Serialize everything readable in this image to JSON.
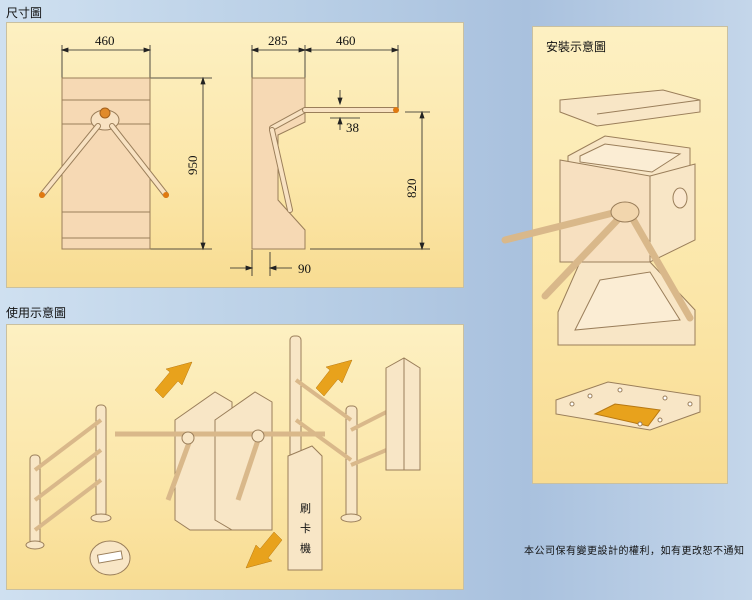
{
  "sections": {
    "dimensions_title": "尺寸圖",
    "usage_title": "使用示意圖",
    "install_title": "安裝示意圖"
  },
  "dimensions": {
    "front_width": "460",
    "front_height": "950",
    "side_depth": "285",
    "arm_length": "460",
    "arm_offset": "38",
    "arm_height": "820",
    "base": "90"
  },
  "usage": {
    "card_reader_label": [
      "刷",
      "卡",
      "機"
    ]
  },
  "footer": {
    "copyright_note": "本公司保有變更設計的權利，如有更改恕不通知"
  },
  "colors": {
    "panel": "#fbe6a8",
    "arrow": "#e8a21c",
    "arm_tip": "#e07a10",
    "outline": "#8a7a55"
  }
}
